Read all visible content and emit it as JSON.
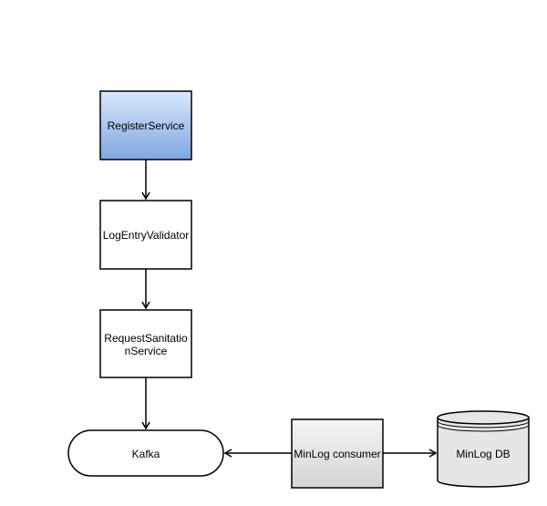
{
  "nodes": {
    "register_service": "RegisterService",
    "log_entry_validator": "LogEntryValidator",
    "request_sanitation_line1": "RequestSanitatio",
    "request_sanitation_line2": "nService",
    "kafka": "Kafka",
    "minlog_consumer": "MinLog consumer",
    "minlog_db": "MinLog DB"
  },
  "colors": {
    "register_fill_top": "#dae8fc",
    "register_fill_bottom": "#7ea6e0",
    "consumer_fill_top": "#f5f5f5",
    "consumer_fill_bottom": "#d4d4d4",
    "db_fill": "#e6e6e6",
    "stroke": "#000000"
  }
}
